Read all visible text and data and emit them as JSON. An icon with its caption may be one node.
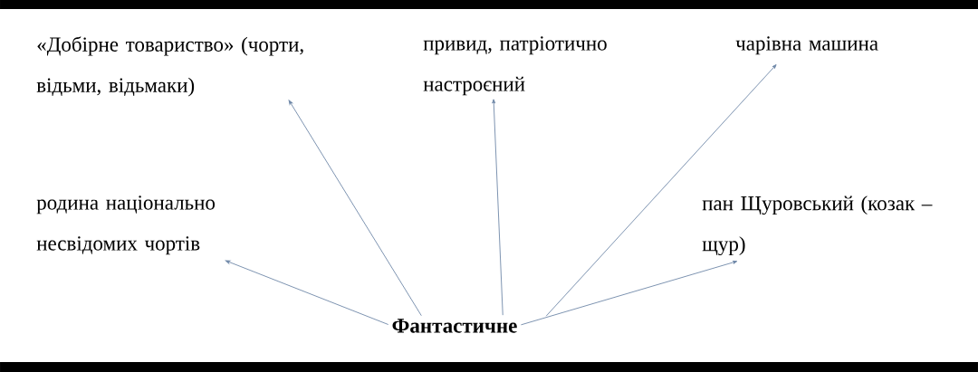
{
  "diagram": {
    "nodes": [
      {
        "text": [
          "«Добірне товариство» (чорти, відьми, відьмаки)"
        ]
      },
      {
        "text": [
          "привид, патріотично настроєний"
        ]
      },
      {
        "text": [
          "чарівна машина"
        ]
      },
      {
        "text": [
          "родина національно несвідомих чортів"
        ]
      },
      {
        "text": [
          "пан Щуровський (козак – щур)"
        ]
      },
      {
        "text": [
          "Фантастичне"
        ]
      }
    ],
    "edges": [
      {
        "from": 5,
        "to": 0,
        "arrow": "to"
      },
      {
        "from": 5,
        "to": 1,
        "arrow": "to"
      },
      {
        "from": 5,
        "to": 2,
        "arrow": "to"
      },
      {
        "from": 5,
        "to": 3,
        "arrow": "to"
      },
      {
        "from": 5,
        "to": 4,
        "arrow": "to"
      }
    ]
  }
}
